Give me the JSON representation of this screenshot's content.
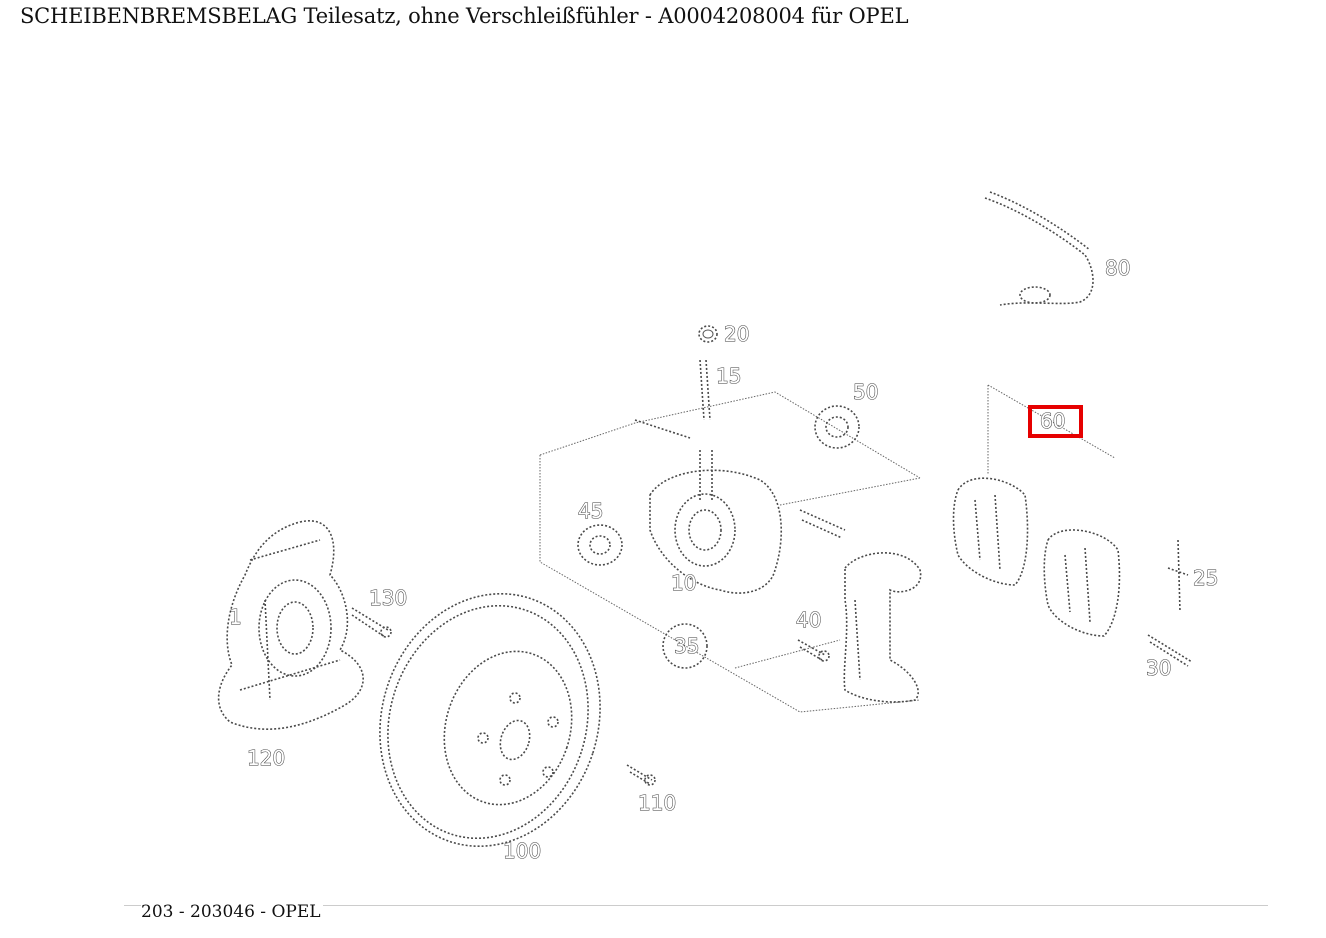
{
  "page": {
    "title": "SCHEIBENBREMSBELAG Teilesatz, ohne Verschleißfühler - A0004208004 für OPEL",
    "footer": "203 - 203046 - OPEL"
  },
  "diagram": {
    "callouts": {
      "c1": "1",
      "c10": "10",
      "c15": "15",
      "c20": "20",
      "c25": "25",
      "c30": "30",
      "c35": "35",
      "c40": "40",
      "c45": "45",
      "c50": "50",
      "c60": "60",
      "c80": "80",
      "c100": "100",
      "c110": "110",
      "c120": "120",
      "c130": "130"
    },
    "highlighted_callout": "60",
    "highlight_color": "#e60000"
  }
}
